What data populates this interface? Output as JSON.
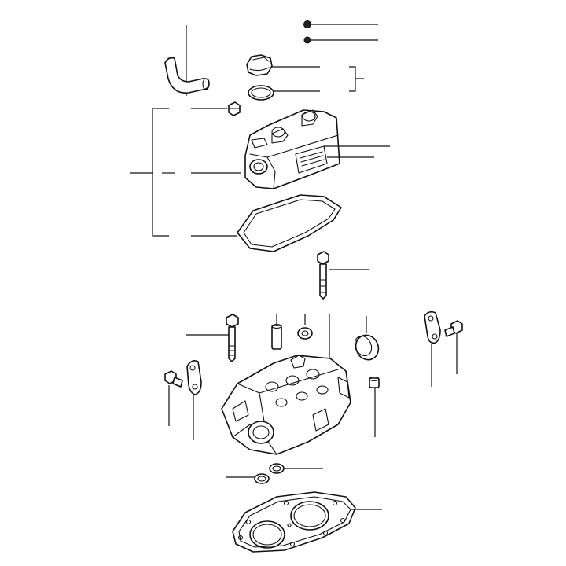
{
  "diagram": {
    "type": "exploded-parts-diagram",
    "parts": [
      "small-nut-1",
      "small-nut-2",
      "breather-hose",
      "oil-filler-cap",
      "cap-o-ring",
      "cover-nut",
      "rocker-cover",
      "rocker-cover-label",
      "rocker-cover-gasket",
      "cover-bolt",
      "head-bolt",
      "valve-guide",
      "valve-seal",
      "expansion-plug",
      "lifting-eye-right",
      "lifting-eye-bolt-right",
      "lifting-eye-left",
      "lifting-eye-bolt-left",
      "cylinder-head",
      "head-stud-sleeve",
      "injector-ring-left",
      "injector-ring-right",
      "head-gasket"
    ],
    "brackets": [
      "cap-group-bracket",
      "cover-group-bracket"
    ]
  }
}
